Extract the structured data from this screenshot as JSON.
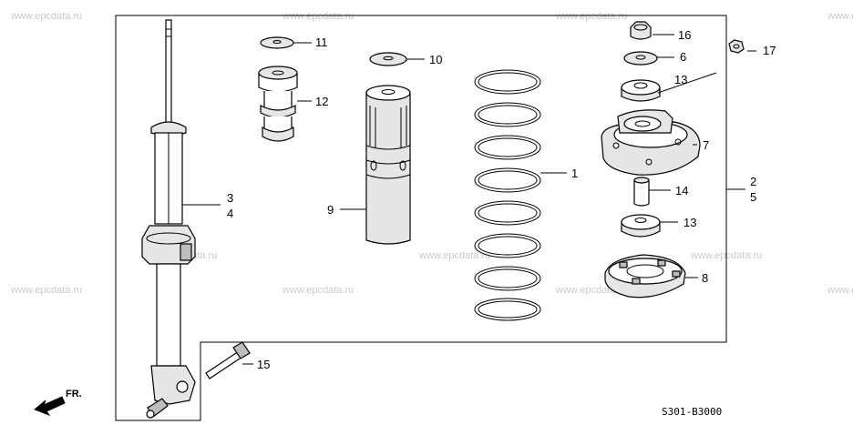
{
  "watermark": "www.epcdata.ru",
  "diagram_code": "S301-B3000",
  "front_indicator": "FR.",
  "callouts": {
    "c1": "1",
    "c2": "2",
    "c3": "3",
    "c4": "4",
    "c5": "5",
    "c6": "6",
    "c7": "7",
    "c8": "8",
    "c9": "9",
    "c10": "10",
    "c11": "11",
    "c12": "12",
    "c13a": "13",
    "c13b": "13",
    "c14": "14",
    "c15": "15",
    "c16": "16",
    "c17": "17"
  }
}
